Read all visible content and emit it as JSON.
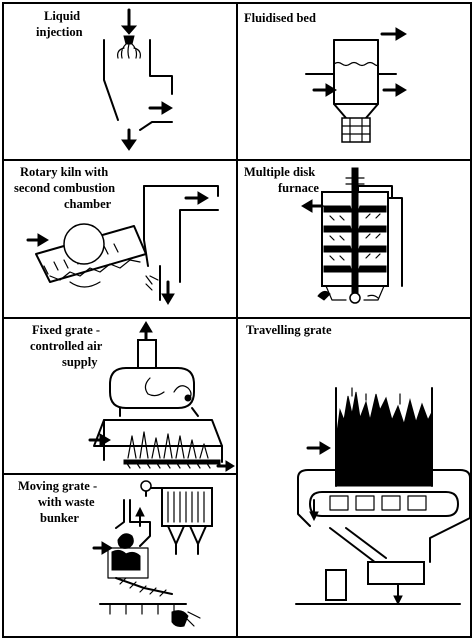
{
  "panels": [
    {
      "id": "liquid-injection",
      "label_lines": [
        "Liquid",
        "injection"
      ]
    },
    {
      "id": "fluidised-bed",
      "label_lines": [
        "Fluidised bed"
      ]
    },
    {
      "id": "rotary-kiln",
      "label_lines": [
        "Rotary kiln with",
        "second combustion",
        "chamber"
      ]
    },
    {
      "id": "multiple-disk-furnace",
      "label_lines": [
        "Multiple disk",
        "furnace"
      ]
    },
    {
      "id": "fixed-grate",
      "label_lines": [
        "Fixed grate -",
        "controlled air",
        "supply"
      ]
    },
    {
      "id": "travelling-grate",
      "label_lines": [
        "Travelling grate"
      ]
    },
    {
      "id": "moving-grate",
      "label_lines": [
        "Moving grate -",
        "with waste",
        "bunker"
      ]
    }
  ]
}
